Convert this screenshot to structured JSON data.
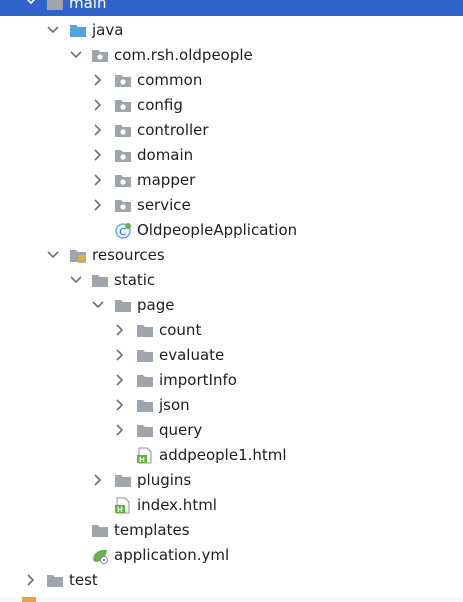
{
  "tree": {
    "main": "main",
    "java": "java",
    "package": "com.rsh.oldpeople",
    "common": "common",
    "config": "config",
    "controller": "controller",
    "domain": "domain",
    "mapper": "mapper",
    "service": "service",
    "app_class": "OldpeopleApplication",
    "resources": "resources",
    "static": "static",
    "page": "page",
    "count": "count",
    "evaluate": "evaluate",
    "importInfo": "importInfo",
    "json": "json",
    "query": "query",
    "addpeople": "addpeople1.html",
    "plugins": "plugins",
    "index": "index.html",
    "templates": "templates",
    "application_yml": "application.yml",
    "test": "test"
  },
  "colors": {
    "selection": "#2f65ca",
    "folder": "#9ea5ad",
    "source_folder": "#52a7d9",
    "html_badge": "#64b246"
  }
}
